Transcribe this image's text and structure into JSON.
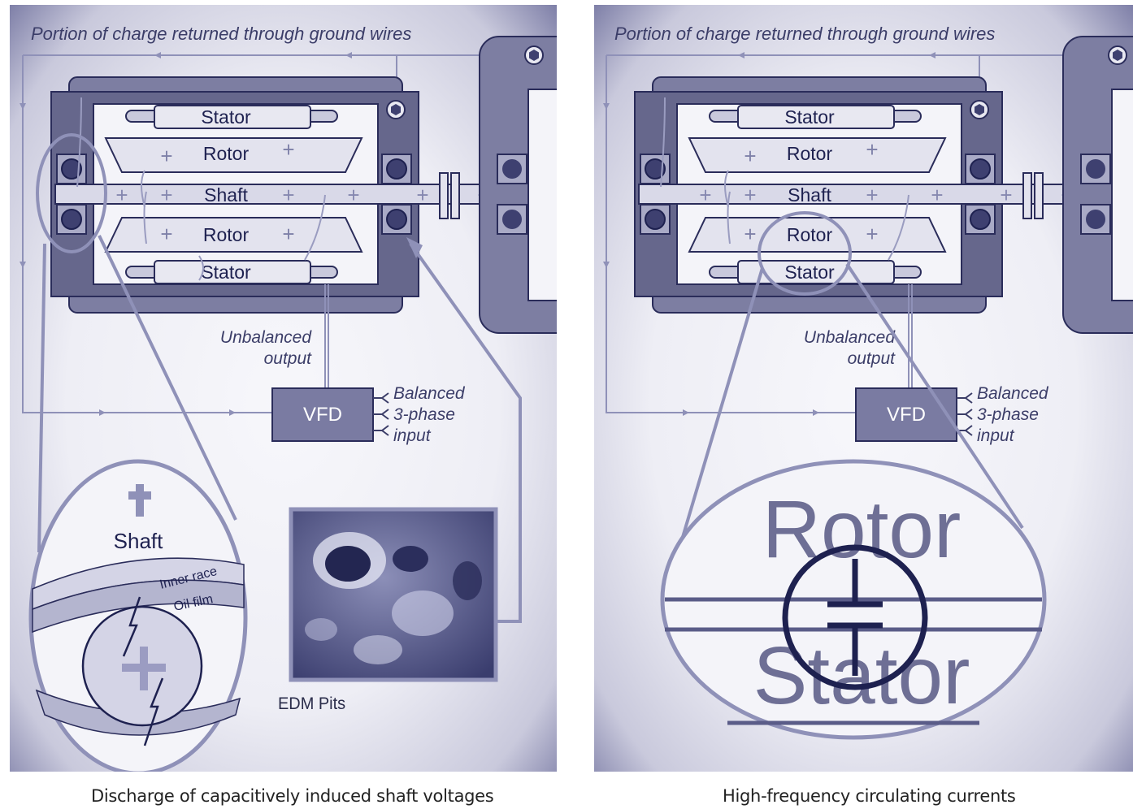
{
  "panels": [
    {
      "header": "Portion of charge returned through ground wires",
      "stator_top": "Stator",
      "rotor_top": "Rotor",
      "shaft": "Shaft",
      "rotor_bottom": "Rotor",
      "stator_bottom": "Stator",
      "unbalanced_line1": "Unbalanced",
      "unbalanced_line2": "output",
      "vfd": "VFD",
      "input_line1": "Balanced",
      "input_line2": "3-phase",
      "input_line3": "input",
      "zoom_shaft": "Shaft",
      "zoom_inner_race": "Inner race",
      "zoom_oil_film": "Oil film",
      "photo_label": "EDM Pits",
      "caption": "Discharge of capacitively induced shaft voltages"
    },
    {
      "header": "Portion of charge returned through ground wires",
      "stator_top": "Stator",
      "rotor_top": "Rotor",
      "shaft": "Shaft",
      "rotor_bottom": "Rotor",
      "stator_bottom": "Stator",
      "unbalanced_line1": "Unbalanced",
      "unbalanced_line2": "output",
      "vfd": "VFD",
      "input_line1": "Balanced",
      "input_line2": "3-phase",
      "input_line3": "input",
      "zoom_rotor": "Rotor",
      "zoom_stator": "Stator",
      "caption": "High-frequency circulating currents"
    }
  ],
  "colors": {
    "ink": "#1e2150",
    "line": "#8486b0",
    "panel_bg": "#eeeef5",
    "body_fill": "#6b6c8f",
    "light_fill": "#d4d4e2",
    "white_fill": "#f4f4f9"
  }
}
